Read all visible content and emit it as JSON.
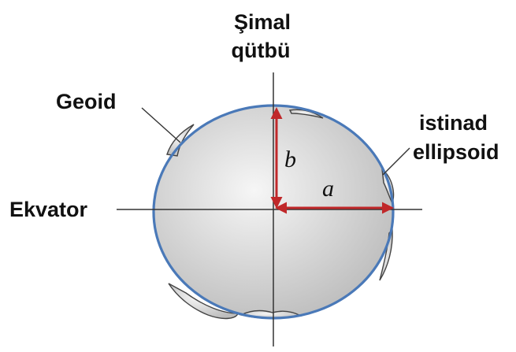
{
  "labels": {
    "north_pole_line1": "Şimal",
    "north_pole_line2": "qütbü",
    "geoid": "Geoid",
    "ellipsoid_line1": "istinad",
    "ellipsoid_line2": "ellipsoid",
    "equator": "Ekvator",
    "semi_minor": "b",
    "semi_major": "a"
  },
  "colors": {
    "ellipse_stroke": "#4a79b8",
    "arrow": "#c0282a",
    "axis": "#333333",
    "geoid_outline": "#444444",
    "fill_center": "#f6f6f6",
    "fill_edge": "#bdbdbd"
  }
}
